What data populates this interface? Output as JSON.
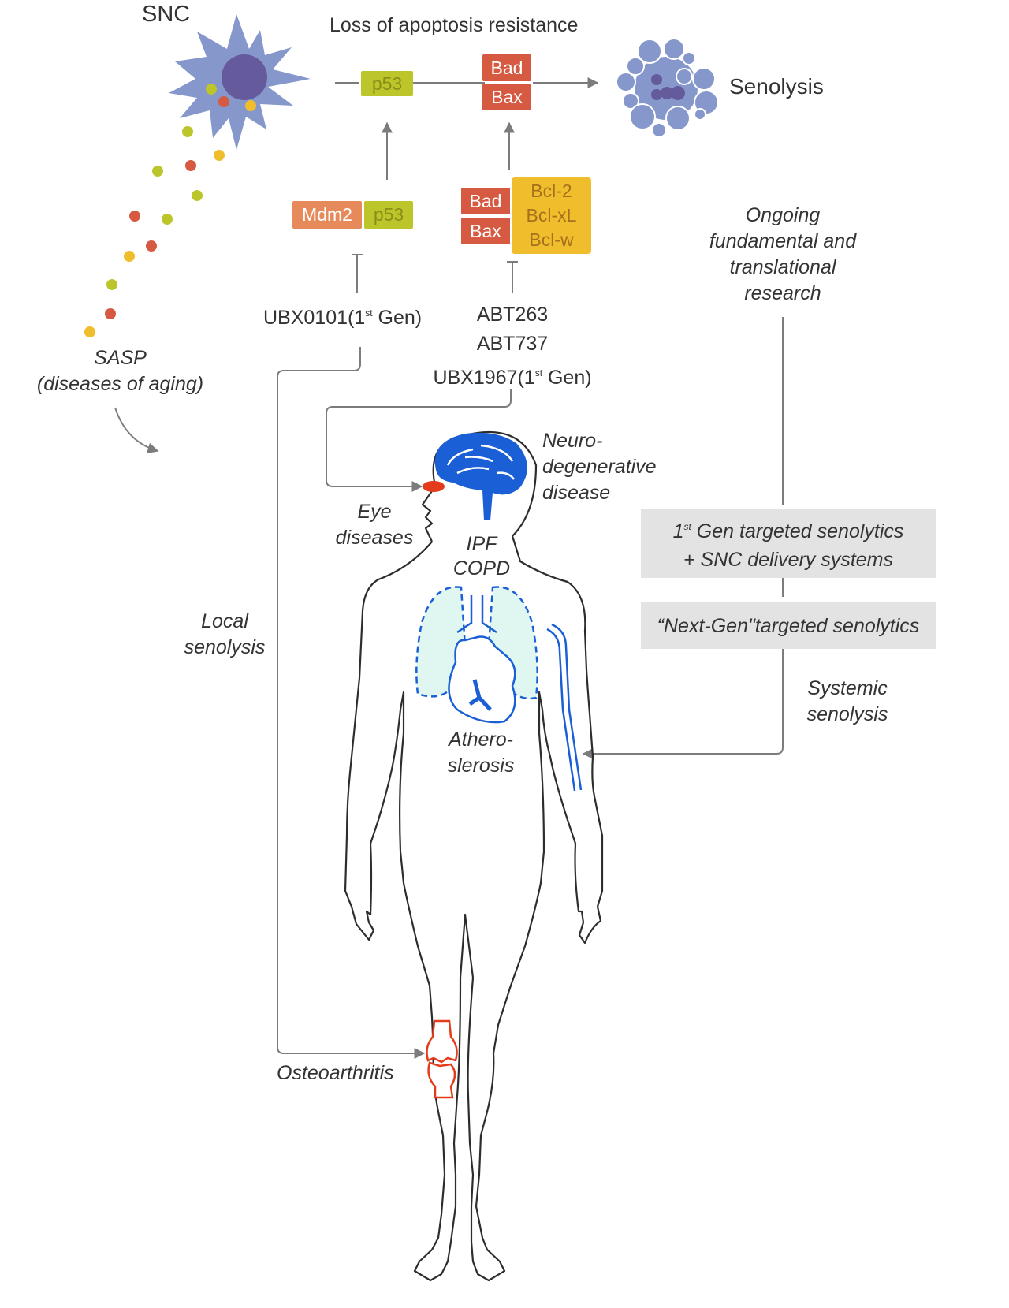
{
  "top": {
    "snc_label": "SNC",
    "pathway_title": "Loss of apoptosis resistance",
    "senolysis_label": "Senolysis",
    "p53_top": "p53",
    "bad_top": "Bad",
    "bax_top": "Bax"
  },
  "complexes": {
    "mdm2": "Mdm2",
    "p53": "p53",
    "bad": "Bad",
    "bax": "Bax",
    "bcl_family": [
      "Bcl-2",
      "Bcl-xL",
      "Bcl-w"
    ]
  },
  "drugs": {
    "ubx0101_prefix": "UBX0101(1",
    "ubx0101_sup": "st",
    "ubx0101_suffix": " Gen)",
    "abt263": "ABT263",
    "abt737": "ABT737",
    "ubx1967_prefix": "UBX1967(1",
    "ubx1967_sup": "st",
    "ubx1967_suffix": " Gen)"
  },
  "sasp": {
    "line1": "SASP",
    "line2": "(diseases of aging)"
  },
  "research": {
    "lines": [
      "Ongoing",
      "fundamental and",
      "translational",
      "research"
    ]
  },
  "pipeline": {
    "first_gen_prefix": "1",
    "first_gen_sup": "st",
    "first_gen_line1_rest": " Gen targeted senolytics",
    "first_gen_line2": "+ SNC delivery systems",
    "next_gen": "“Next-Gen\"targeted senolytics"
  },
  "routes": {
    "local": [
      "Local",
      "senolysis"
    ],
    "systemic": [
      "Systemic",
      "senolysis"
    ]
  },
  "diseases": {
    "neuro": [
      "Neuro-",
      "degenerative",
      "disease"
    ],
    "eye": [
      "Eye",
      "diseases"
    ],
    "lung": [
      "IPF",
      "COPD"
    ],
    "athero": [
      "Athero-",
      "slerosis"
    ],
    "osteo": "Osteoarthritis"
  },
  "colors": {
    "cell_body": "#8597cb",
    "nucleus": "#645a9c",
    "p53_green": "#bcc62b",
    "bad_bax_red": "#d65a42",
    "mdm2_orange": "#e68a5c",
    "bcl_yellow": "#f0be2c",
    "organ_blue": "#1a5fd6",
    "lesion_red": "#e43b1b",
    "lung_fill": "#dff6f1",
    "connector_gray": "#7c7c7c",
    "panel_gray": "#e2e3e2"
  }
}
